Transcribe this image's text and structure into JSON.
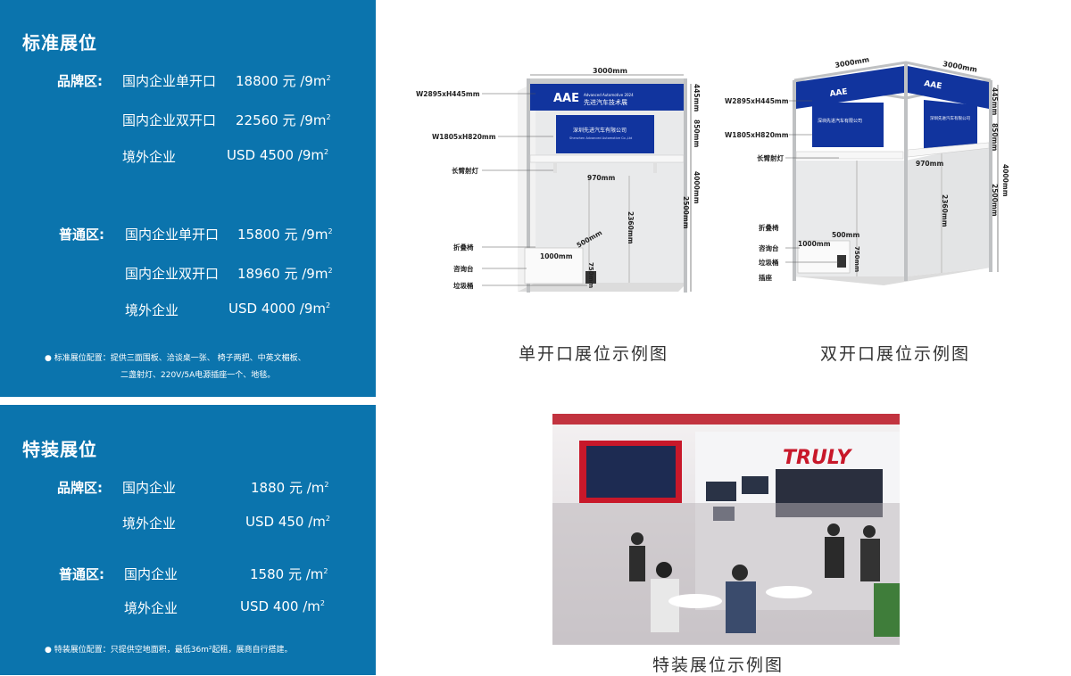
{
  "standard": {
    "title": "标准展位",
    "zones": [
      {
        "zone": "品牌区:",
        "rows": [
          {
            "name": "国内企业单开口",
            "price": "18800 元 /9m",
            "sup": "2"
          },
          {
            "name": "国内企业双开口",
            "price": "22560 元 /9m",
            "sup": "2"
          },
          {
            "name": "境外企业",
            "price": "USD 4500 /9m",
            "sup": "2"
          }
        ]
      },
      {
        "zone": "普通区:",
        "rows": [
          {
            "name": "国内企业单开口",
            "price": "15800 元 /9m",
            "sup": "2"
          },
          {
            "name": "国内企业双开口",
            "price": "18960 元 /9m",
            "sup": "2"
          },
          {
            "name": "境外企业",
            "price": "USD 4000 /9m",
            "sup": "2"
          }
        ]
      }
    ],
    "note_line1": "● 标准展位配置：提供三面围板、洽谈桌一张、 椅子两把、中英文楣板、",
    "note_line2": "二盏射灯、220V/5A电源插座一个、地毯。"
  },
  "special": {
    "title": "特装展位",
    "zones": [
      {
        "zone": "品牌区:",
        "rows": [
          {
            "name": "国内企业",
            "price": "1880 元 /m",
            "sup": "2"
          },
          {
            "name": "境外企业",
            "price": "USD 450 /m",
            "sup": "2"
          }
        ]
      },
      {
        "zone": "普通区:",
        "rows": [
          {
            "name": "国内企业",
            "price": "1580 元 /m",
            "sup": "2"
          },
          {
            "name": "境外企业",
            "price": "USD 400  /m",
            "sup": "2"
          }
        ]
      }
    ],
    "note": "● 特装展位配置：只提供空地面积，最低36m²起租，展商自行搭建。"
  },
  "diagrams": {
    "single_caption": "单开口展位示例图",
    "double_caption": "双开口展位示例图",
    "special_caption": "特装展位示例图",
    "dims": {
      "w3000": "3000mm",
      "fascia": "W2895xH445mm",
      "sign": "W1805xH820mm",
      "h445": "445mm",
      "h850": "850mm",
      "h4000": "4000mm",
      "h2500": "2500mm",
      "h2360": "2360mm",
      "w970": "970mm",
      "w500": "500mm",
      "w1000": "1000mm",
      "h750": "750mm"
    },
    "labels": {
      "light": "长臂射灯",
      "chair": "折叠椅",
      "desk": "咨询台",
      "bin": "垃圾桶",
      "socket": "插座"
    },
    "brand": {
      "logo": "AAE",
      "en": "Advanced Automotive 2024",
      "cn": "先进汽车技术展",
      "company": "深圳先进汽车有限公司",
      "company_en": "Shenzhen Advanced Automotive Co.,Ltd"
    },
    "photo_brand": "TRULY"
  }
}
